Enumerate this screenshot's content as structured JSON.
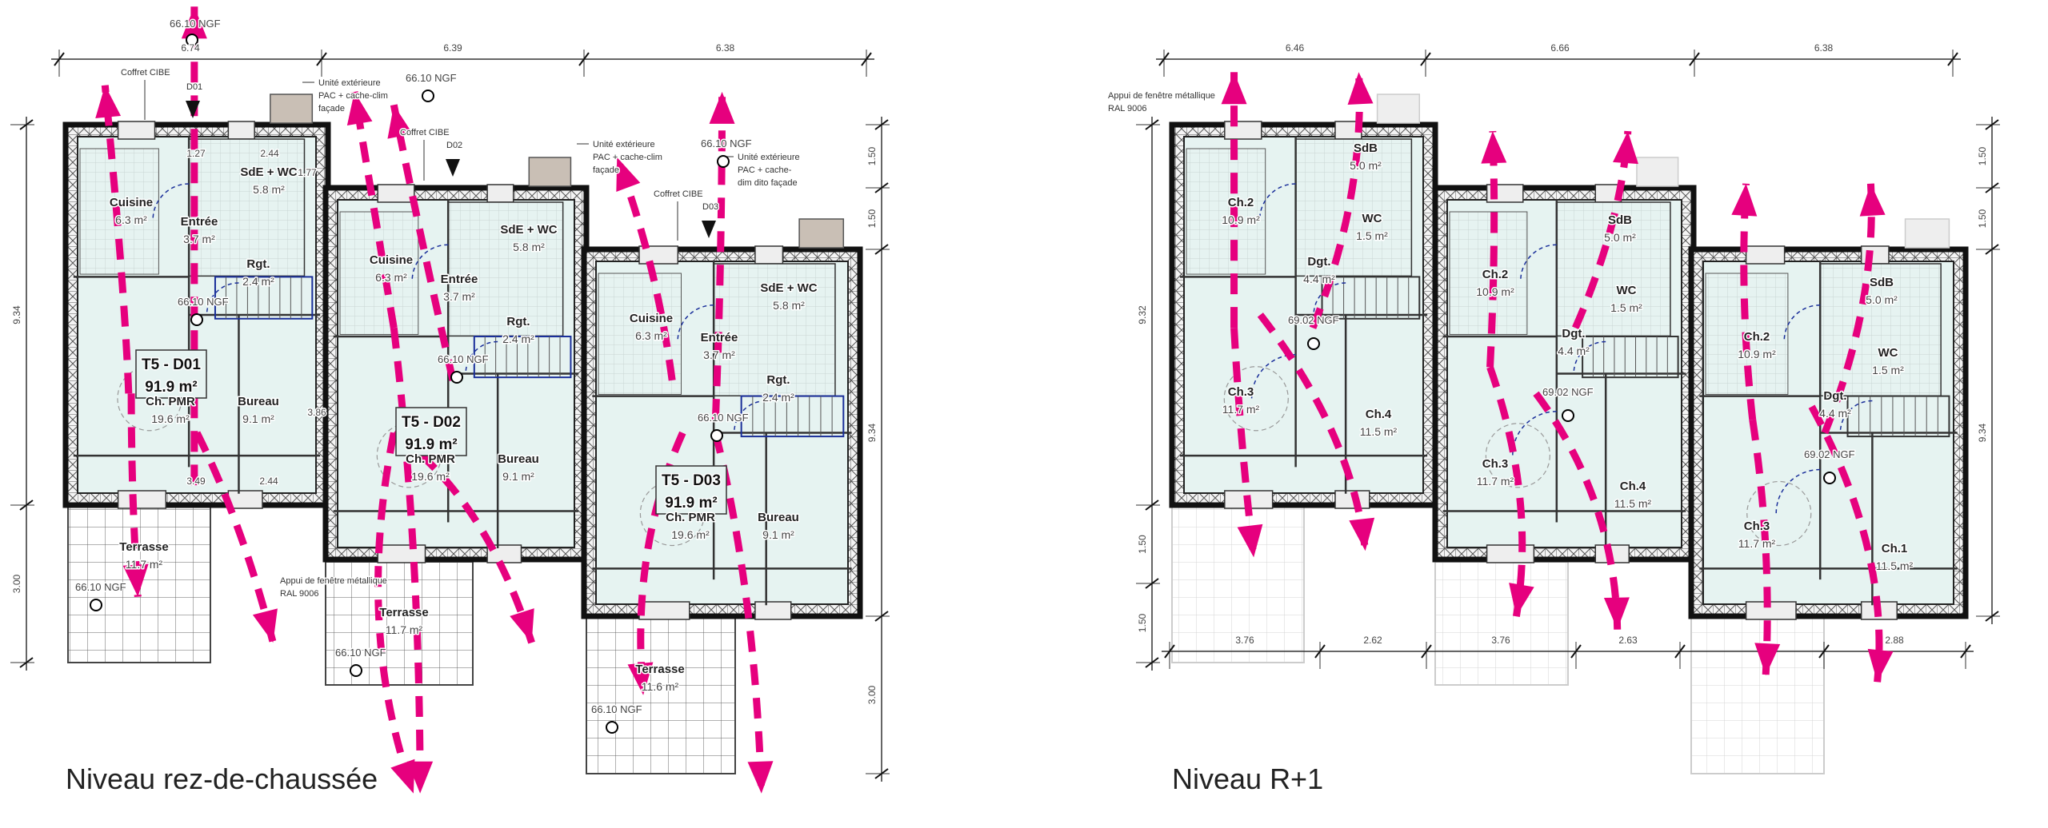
{
  "colors": {
    "arrow": "#e6007e",
    "room_fill": "#e6f3f1",
    "wall": "#111111",
    "door_swing": "#1a2f9a",
    "pac_unit": "#c9bfb5"
  },
  "icons": {
    "level_marker": "level-marker-icon",
    "entry_marker": "entry-triangle-icon",
    "flow_arrow": "flow-arrow-icon"
  },
  "left_plan": {
    "title": "Niveau rez-de-chaussée",
    "top_dimensions": [
      "6.74",
      "6.39",
      "6.38"
    ],
    "left_dimensions": [
      "9.34",
      "3.00"
    ],
    "right_dimensions": [
      "1.50",
      "1.50",
      "9.34",
      "3.00"
    ],
    "annotations": {
      "top_ngf": "66.10 NGF",
      "coffret_1": "Coffret CIBE",
      "entry_1": "D01",
      "pac_1": [
        "Unité extérieure",
        "PAC + cache-clim",
        "façade"
      ],
      "ngf_2": "66.10 NGF",
      "coffret_2": "Coffret CIBE",
      "entry_2": "D02",
      "pac_2": [
        "Unité extérieure",
        "PAC + cache-clim",
        "façade"
      ],
      "ngf_3": "66.10 NGF",
      "coffret_3": "Coffret CIBE",
      "entry_3": "D03",
      "pac_3": [
        "Unité extérieure",
        "PAC + cache-",
        "dim dito façade"
      ],
      "appui": [
        "Appui de fenêtre métallique",
        "RAL 9006"
      ]
    },
    "units": [
      {
        "name": "T5 - D01",
        "area": "91.9 m²",
        "ngf": "66.10 NGF",
        "rooms": [
          {
            "name": "Cuisine",
            "area": "6.3 m²"
          },
          {
            "name": "Entrée",
            "area": "3.7 m²"
          },
          {
            "name": "SdE + WC",
            "area": "5.8 m²"
          },
          {
            "name": "Rgt.",
            "area": "2.4 m²"
          },
          {
            "name": "Ch. PMR",
            "area": "19.6 m²"
          },
          {
            "name": "Bureau",
            "area": "9.1 m²"
          }
        ],
        "terrace": {
          "name": "Terrasse",
          "area": "11.7 m²",
          "ngf": "66.10 NGF"
        }
      },
      {
        "name": "T5 - D02",
        "area": "91.9 m²",
        "ngf": "66.10 NGF",
        "rooms": [
          {
            "name": "Cuisine",
            "area": "6.3 m²"
          },
          {
            "name": "Entrée",
            "area": "3.7 m²"
          },
          {
            "name": "SdE + WC",
            "area": "5.8 m²"
          },
          {
            "name": "Rgt.",
            "area": "2.4 m²"
          },
          {
            "name": "Ch. PMR",
            "area": "19.6 m²"
          },
          {
            "name": "Bureau",
            "area": "9.1 m²"
          }
        ],
        "terrace": {
          "name": "Terrasse",
          "area": "11.7 m²",
          "ngf": "66.10 NGF"
        }
      },
      {
        "name": "T5 - D03",
        "area": "91.9 m²",
        "ngf": "66.10 NGF",
        "rooms": [
          {
            "name": "Cuisine",
            "area": "6.3 m²"
          },
          {
            "name": "Entrée",
            "area": "3.7 m²"
          },
          {
            "name": "SdE + WC",
            "area": "5.8 m²"
          },
          {
            "name": "Rgt.",
            "area": "2.4 m²"
          },
          {
            "name": "Ch. PMR",
            "area": "19.6 m²"
          },
          {
            "name": "Bureau",
            "area": "9.1 m²"
          }
        ],
        "terrace": {
          "name": "Terrasse",
          "area": "11.6 m²",
          "ngf": "66.10 NGF"
        }
      }
    ],
    "inner_dimensions": [
      "1.27",
      "2.44",
      "1.77",
      "3.86",
      "3.49",
      "2.44"
    ]
  },
  "right_plan": {
    "title": "Niveau R+1",
    "top_dimensions": [
      "6.46",
      "6.66",
      "6.38"
    ],
    "bottom_dimensions": [
      "3.76",
      "2.62",
      "3.76",
      "2.63",
      "2.88"
    ],
    "left_dimensions": [
      "9.32",
      "1.50",
      "1.50"
    ],
    "right_dimensions": [
      "1.50",
      "1.50",
      "9.34"
    ],
    "annotations": {
      "appui": [
        "Appui de fenêtre métallique",
        "RAL 9006"
      ]
    },
    "units": [
      {
        "ngf": "69.02 NGF",
        "rooms": [
          {
            "name": "Ch.2",
            "area": "10.9 m²"
          },
          {
            "name": "SdB",
            "area": "5.0 m²"
          },
          {
            "name": "WC",
            "area": "1.5 m²"
          },
          {
            "name": "Dgt.",
            "area": "4.4 m²"
          },
          {
            "name": "Ch.3",
            "area": "11.7 m²"
          },
          {
            "name": "Ch.4",
            "area": "11.5 m²"
          }
        ]
      },
      {
        "ngf": "69.02 NGF",
        "rooms": [
          {
            "name": "Ch.2",
            "area": "10.9 m²"
          },
          {
            "name": "SdB",
            "area": "5.0 m²"
          },
          {
            "name": "WC",
            "area": "1.5 m²"
          },
          {
            "name": "Dgt.",
            "area": "4.4 m²"
          },
          {
            "name": "Ch.3",
            "area": "11.7 m²"
          },
          {
            "name": "Ch.4",
            "area": "11.5 m²"
          }
        ]
      },
      {
        "ngf": "69.02 NGF",
        "rooms": [
          {
            "name": "Ch.2",
            "area": "10.9 m²"
          },
          {
            "name": "SdB",
            "area": "5.0 m²"
          },
          {
            "name": "WC",
            "area": "1.5 m²"
          },
          {
            "name": "Dgt.",
            "area": "4.4 m²"
          },
          {
            "name": "Ch.3",
            "area": "11.7 m²"
          },
          {
            "name": "Ch.1",
            "area": "11.5 m²"
          }
        ]
      }
    ]
  }
}
